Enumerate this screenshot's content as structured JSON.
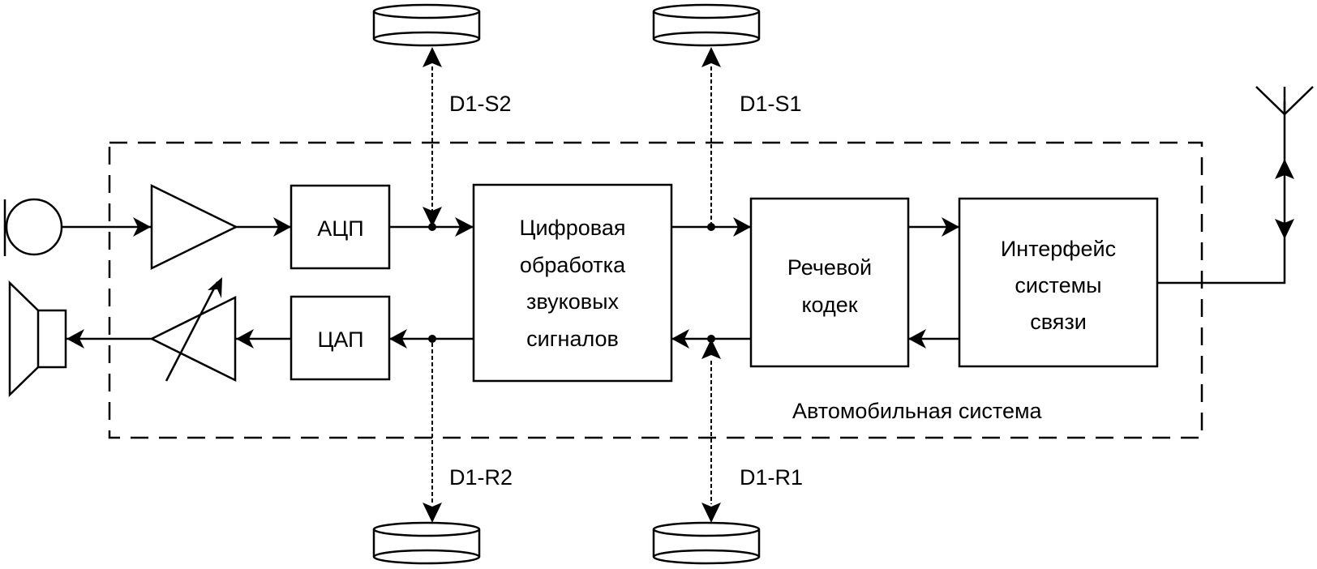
{
  "diagram": {
    "system_boundary_label": "Автомобильная система",
    "blocks": {
      "adc": "АЦП",
      "dac": "ЦАП",
      "dsp": [
        "Цифровая",
        "обработка",
        "звуковых",
        "сигналов"
      ],
      "codec": [
        "Речевой",
        "кодек"
      ],
      "comm_interface": [
        "Интерфейс",
        "системы",
        "связи"
      ]
    },
    "test_points": {
      "s2": "D1-S2",
      "s1": "D1-S1",
      "r2": "D1-R2",
      "r1": "D1-R1"
    },
    "icons": {
      "input": "microphone-icon",
      "output": "loudspeaker-icon",
      "input_amp": "amplifier-icon",
      "output_amp": "variable-amplifier-icon",
      "storage": "storage-disk-icon",
      "antenna": "antenna-icon"
    }
  }
}
